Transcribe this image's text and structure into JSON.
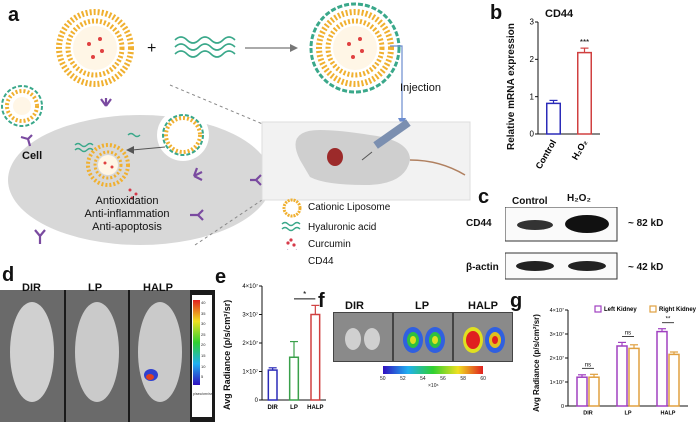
{
  "panels": {
    "a": "a",
    "b": "b",
    "c": "c",
    "d": "d",
    "e": "e",
    "f": "f",
    "g": "g"
  },
  "schematic": {
    "plus": "+",
    "injection": "Injection",
    "cell": "Cell",
    "effects": [
      "Antioxidation",
      "Anti-inflammation",
      "Anti-apoptosis"
    ],
    "legend": [
      "Cationic Liposome",
      "Hyaluronic acid",
      "Curcumin",
      "CD44"
    ],
    "colors": {
      "liposome": "#f0b030",
      "liposome_inner": "#e04040",
      "ha": "#3aa88a",
      "cd44": "#7a4aa0",
      "curcumin": "#d63a4a",
      "cell": "#d8d8d8"
    }
  },
  "western": {
    "cols": [
      "Control",
      "H₂O₂"
    ],
    "rows": [
      {
        "name": "CD44",
        "kd": "~ 82 kD"
      },
      {
        "name": "β-actin",
        "kd": "~ 42 kD"
      }
    ]
  },
  "invivo": {
    "labels": [
      "DIR",
      "LP",
      "HALP"
    ],
    "scale_label": "p/sec/cm²/sr",
    "scale_ticks": [
      "40",
      "35",
      "30",
      "25",
      "20",
      "15",
      "10",
      "5"
    ]
  },
  "exvivo": {
    "labels": [
      "DIR",
      "LP",
      "HALP"
    ],
    "scale_ticks": [
      "50",
      "52",
      "54",
      "56",
      "58",
      "60"
    ],
    "scale_unit": "×10⁶"
  },
  "chart_data": [
    {
      "type": "bar",
      "title": "CD44",
      "categories": [
        "Control",
        "H₂O₂"
      ],
      "values": [
        0.82,
        2.18
      ],
      "errors": [
        0.08,
        0.12
      ],
      "ylabel": "Relative mRNA expression",
      "yticks": [
        "0",
        "1",
        "2",
        "3"
      ],
      "ylim": [
        0,
        3
      ],
      "significance": "***",
      "colors": [
        "#2b2bb8",
        "#d04040"
      ]
    },
    {
      "type": "bar",
      "categories": [
        "DIR",
        "LP",
        "HALP"
      ],
      "values": [
        1.05,
        1.5,
        3.0
      ],
      "errors": [
        0.08,
        0.55,
        0.32
      ],
      "ylabel": "Avg Radiance (p/s/cm²/sr)",
      "yticks": [
        "0",
        "1×10⁷",
        "2×10⁷",
        "3×10⁷",
        "4×10⁷"
      ],
      "ylim": [
        0,
        4
      ],
      "significance": "*",
      "colors": [
        "#2b2bb8",
        "#3aa04a",
        "#d04040"
      ]
    },
    {
      "type": "bar",
      "categories": [
        "DIR",
        "LP",
        "HALP"
      ],
      "series": [
        {
          "name": "Left Kidney",
          "values": [
            1.2,
            2.5,
            3.1
          ],
          "errors": [
            0.1,
            0.15,
            0.12
          ]
        },
        {
          "name": "Right Kidney",
          "values": [
            1.2,
            2.4,
            2.15
          ],
          "errors": [
            0.12,
            0.15,
            0.1
          ]
        }
      ],
      "ylabel": "Avg Radiance (p/s/cm²/sr)",
      "yticks": [
        "0",
        "1×10⁷",
        "2×10⁷",
        "3×10⁷",
        "4×10⁷"
      ],
      "ylim": [
        0,
        4
      ],
      "significance": [
        "ns",
        "ns",
        "**"
      ],
      "colors": [
        "#a040c0",
        "#e0a040"
      ]
    }
  ]
}
